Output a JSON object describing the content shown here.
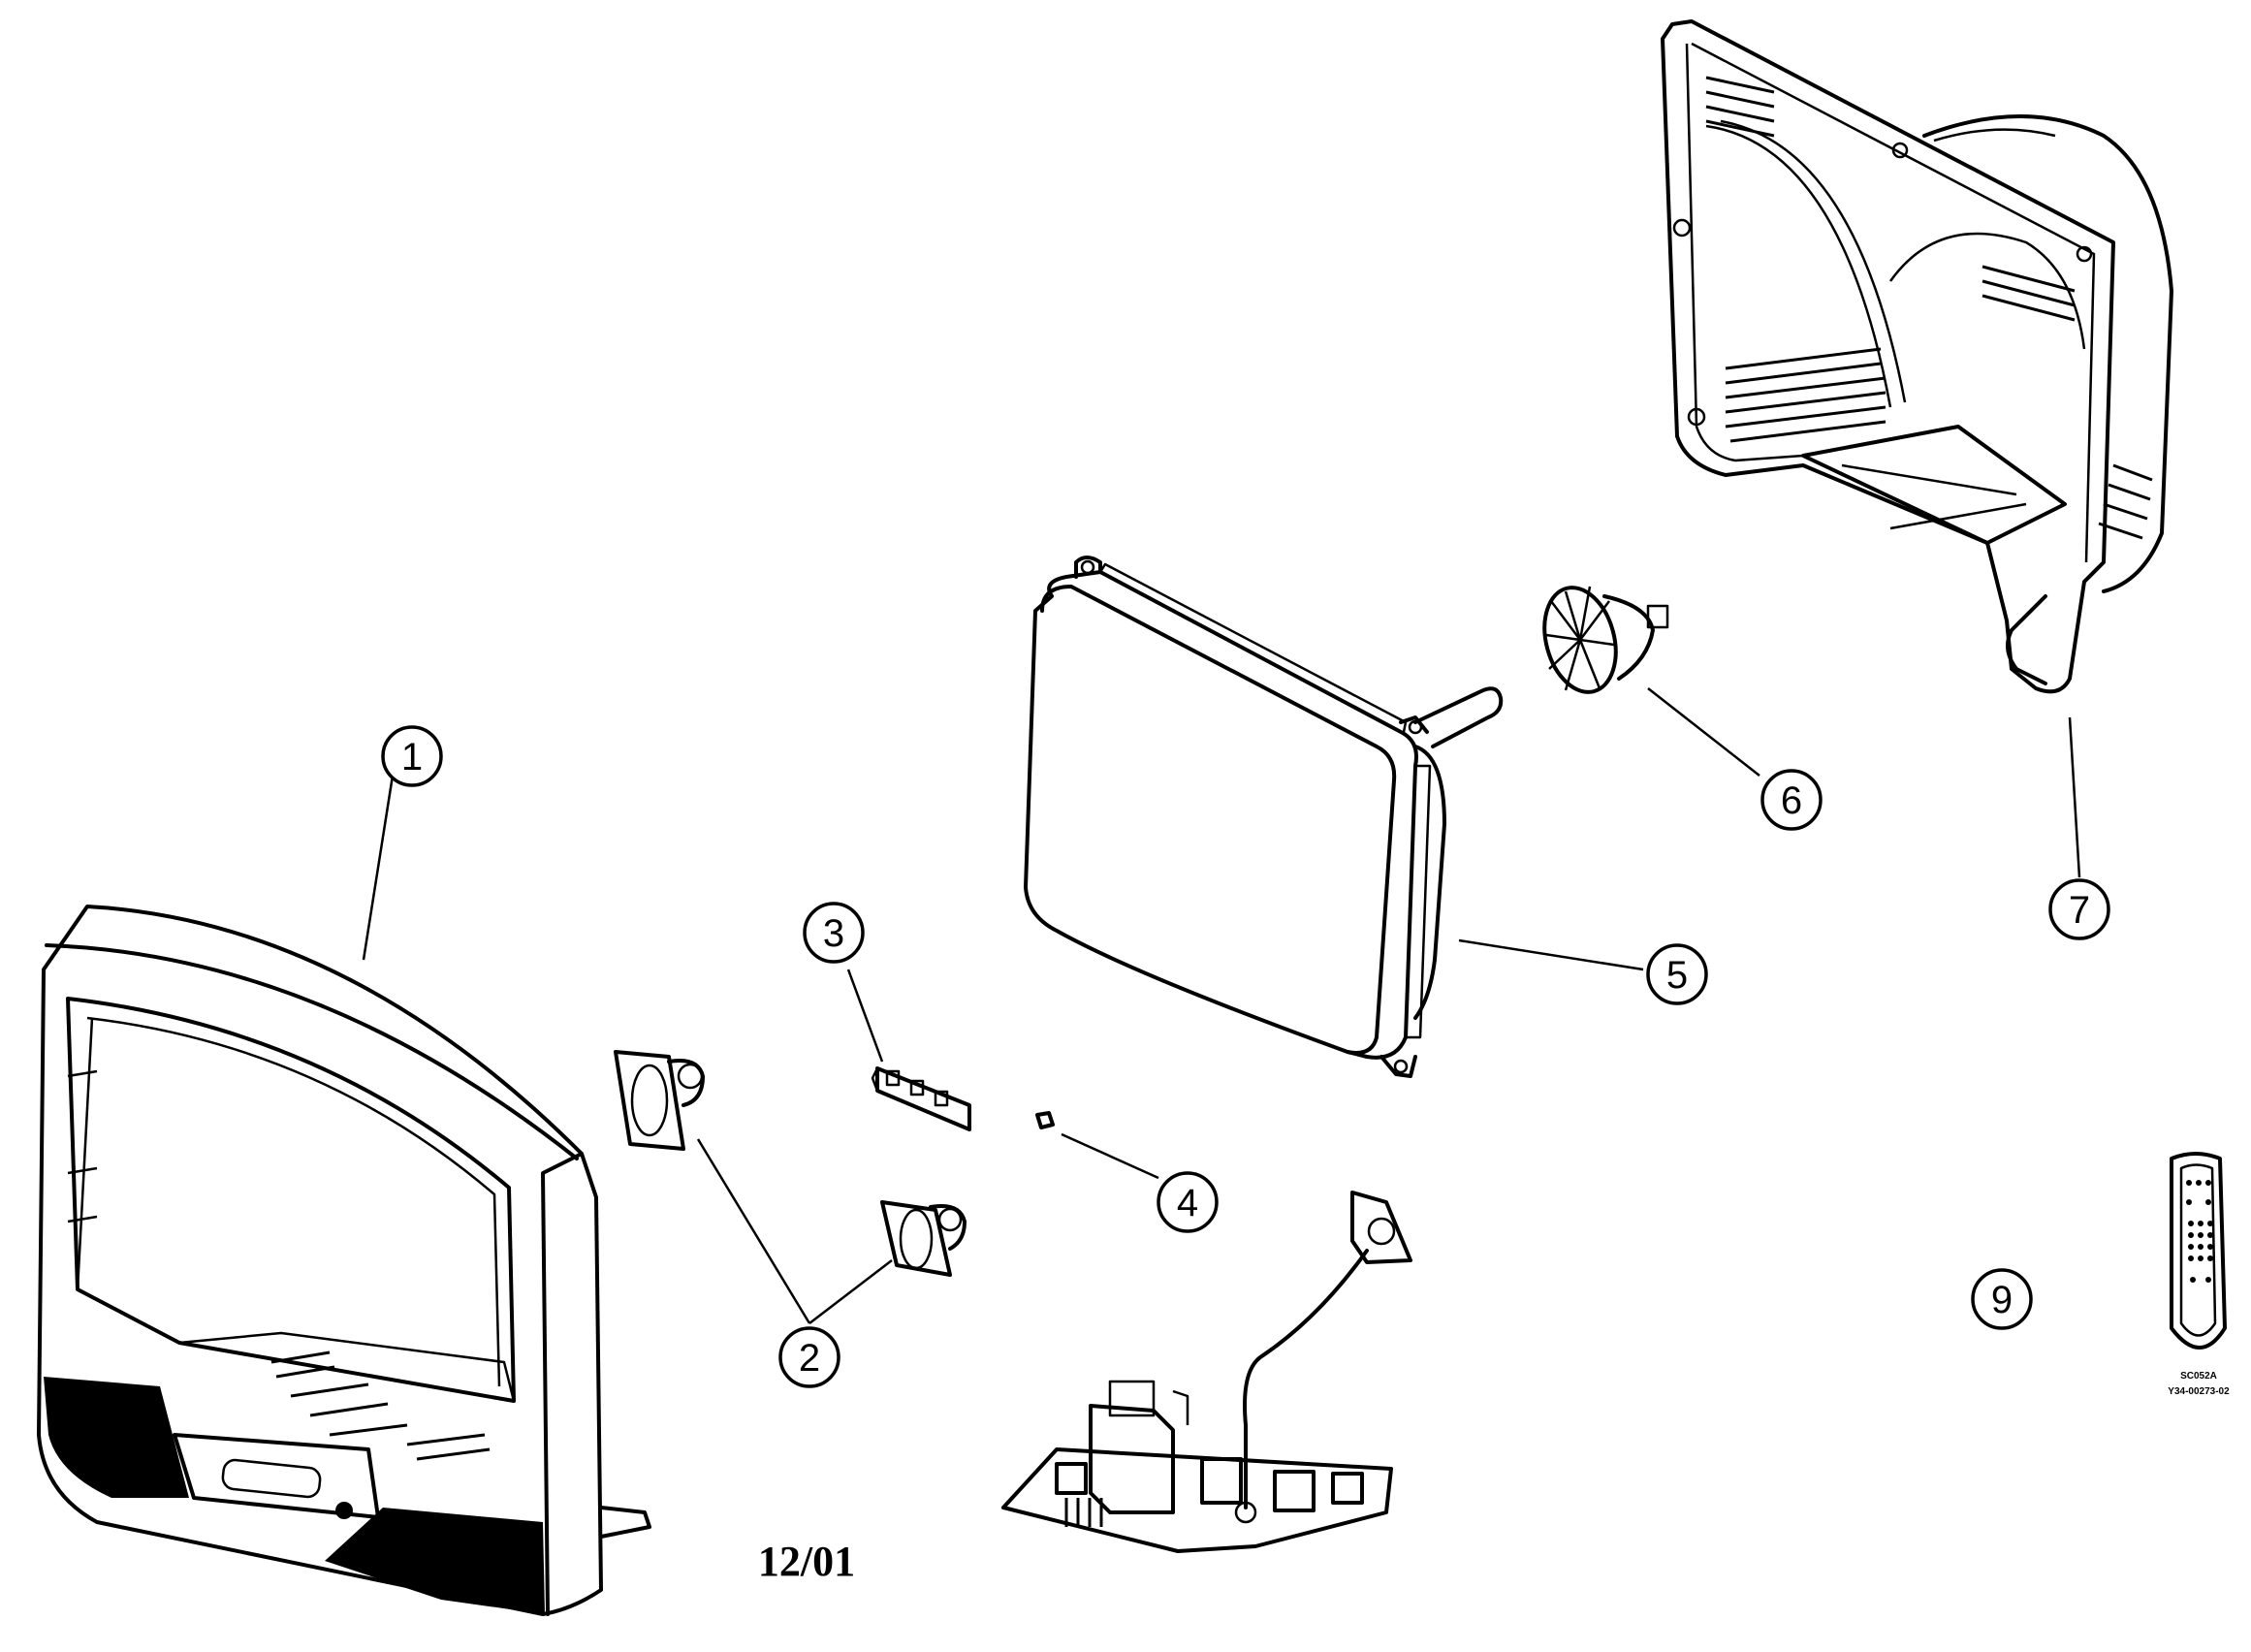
{
  "callouts": [
    {
      "id": "1",
      "label": "1"
    },
    {
      "id": "2",
      "label": "2"
    },
    {
      "id": "3",
      "label": "3"
    },
    {
      "id": "4",
      "label": "4"
    },
    {
      "id": "5",
      "label": "5"
    },
    {
      "id": "6",
      "label": "6"
    },
    {
      "id": "7",
      "label": "7"
    },
    {
      "id": "9",
      "label": "9"
    }
  ],
  "date_code": "12/01",
  "remote_label": {
    "model": "SC052A",
    "part_number": "Y34-00273-02"
  }
}
